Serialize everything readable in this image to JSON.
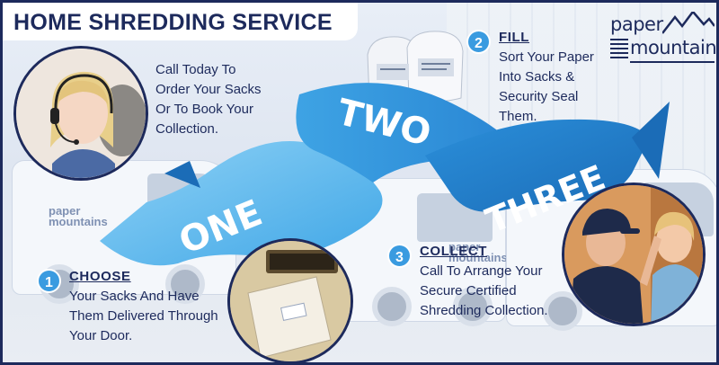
{
  "header": {
    "title": "HOME SHREDDING SERVICE"
  },
  "logo": {
    "line1": "paper",
    "line2": "mountains",
    "icon": "mountains-icon"
  },
  "intro": {
    "lines": [
      "Call Today To",
      "Order Your Sacks",
      "Or To Book Your",
      "Collection."
    ]
  },
  "ribbon": {
    "words": [
      "ONE",
      "TWO",
      "THREE"
    ],
    "colors": {
      "light": "#6ec3f2",
      "mid": "#2f96dd",
      "dark": "#1a6fb8"
    }
  },
  "steps": [
    {
      "number": "1",
      "heading": "CHOOSE",
      "lines": [
        "Your Sacks And Have",
        "Them Delivered Through",
        "Your Door."
      ]
    },
    {
      "number": "2",
      "heading": "FILL",
      "lines": [
        "Sort Your Paper",
        "Into Sacks &",
        "Security Seal",
        "Them."
      ]
    },
    {
      "number": "3",
      "heading": "COLLECT",
      "lines": [
        "Call To Arrange Your",
        "Secure Certified",
        "Shredding Collection."
      ]
    }
  ],
  "van_text": {
    "line1": "paper",
    "line2": "mountains"
  },
  "colors": {
    "navy": "#1d2a5c",
    "accent": "#3a9be0"
  }
}
